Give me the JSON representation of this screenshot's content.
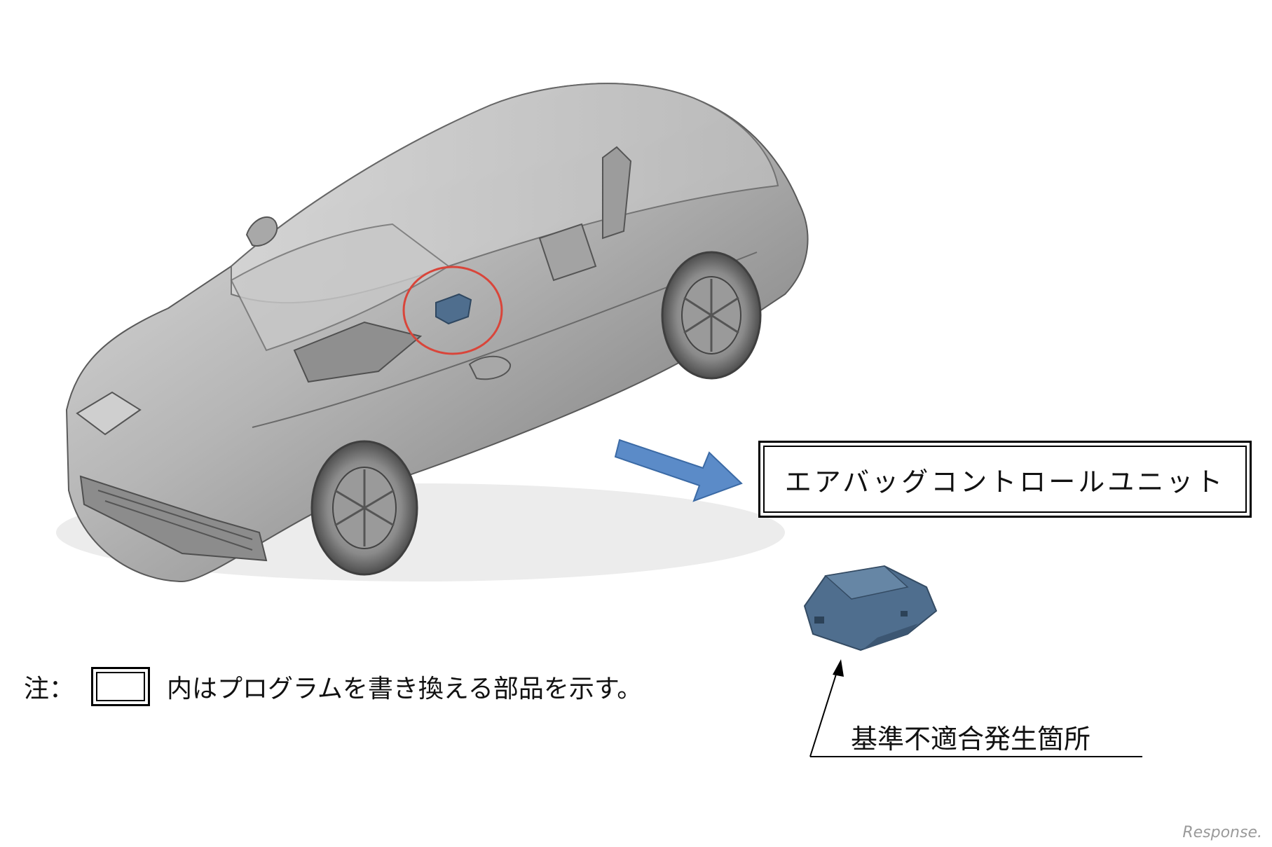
{
  "unit_label": "エアバッグコントロールユニット",
  "note": {
    "prefix": "注：",
    "text": "内はプログラムを書き換える部品を示す。"
  },
  "location_label": "基準不適合発生箇所",
  "watermark": "Response.",
  "colors": {
    "car_body": "#a9a9a9",
    "highlight_circle": "#d9453a",
    "arrow_fill": "#5b8bc8",
    "component": "#4f6e8e"
  },
  "icons": {
    "car": "car-illustration",
    "unit": "airbag-control-unit-icon"
  }
}
